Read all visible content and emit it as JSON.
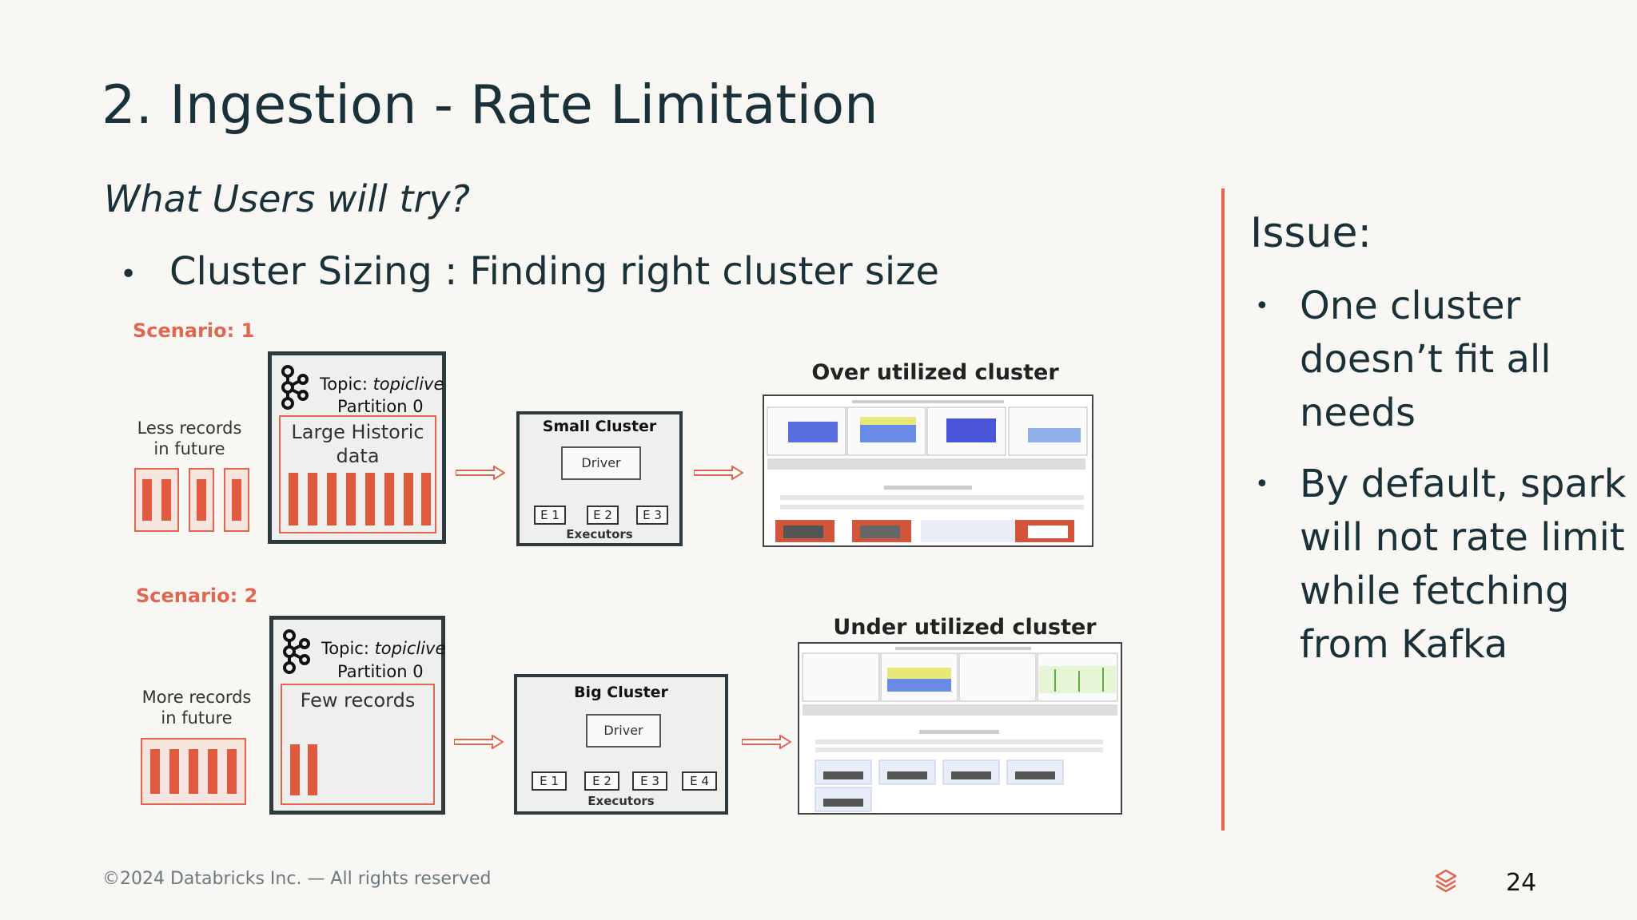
{
  "slide": {
    "title": "2. Ingestion - Rate Limitation",
    "subtitle": "What Users will try?",
    "bullet": "Cluster Sizing : Finding right cluster size"
  },
  "scenario1": {
    "label": "Scenario: 1",
    "future_label_1": "Less records",
    "future_label_2": "in future",
    "topic_prefix": "Topic: ",
    "topic_name": "topiclive",
    "partition": "Partition 0",
    "data_label_1": "Large Historic",
    "data_label_2": "data",
    "cluster_title": "Small Cluster",
    "driver": "Driver",
    "executors": [
      "E 1",
      "E 2",
      "E 3"
    ],
    "executors_label": "Executors",
    "result_title": "Over utilized cluster"
  },
  "scenario2": {
    "label": "Scenario: 2",
    "future_label_1": "More records",
    "future_label_2": "in future",
    "topic_prefix": "Topic: ",
    "topic_name": "topiclive",
    "partition": "Partition 0",
    "data_label": "Few records",
    "cluster_title": "Big Cluster",
    "driver": "Driver",
    "executors": [
      "E 1",
      "E 2",
      "E 3",
      "E 4"
    ],
    "executors_label": "Executors",
    "result_title": "Under utilized cluster"
  },
  "issue": {
    "title": "Issue:",
    "bullets": [
      [
        "One cluster",
        "doesn’t fit all",
        "needs"
      ],
      [
        "By default, spark",
        "will not rate limit",
        "while fetching",
        "from Kafka"
      ]
    ]
  },
  "footer": {
    "copyright": "©2024 Databricks Inc. — All rights reserved",
    "page_number": "24",
    "logo_icon": "databricks-logo-icon"
  },
  "colors": {
    "accent": "#e0674f",
    "text": "#1b3139",
    "background": "#f9f7f4"
  }
}
